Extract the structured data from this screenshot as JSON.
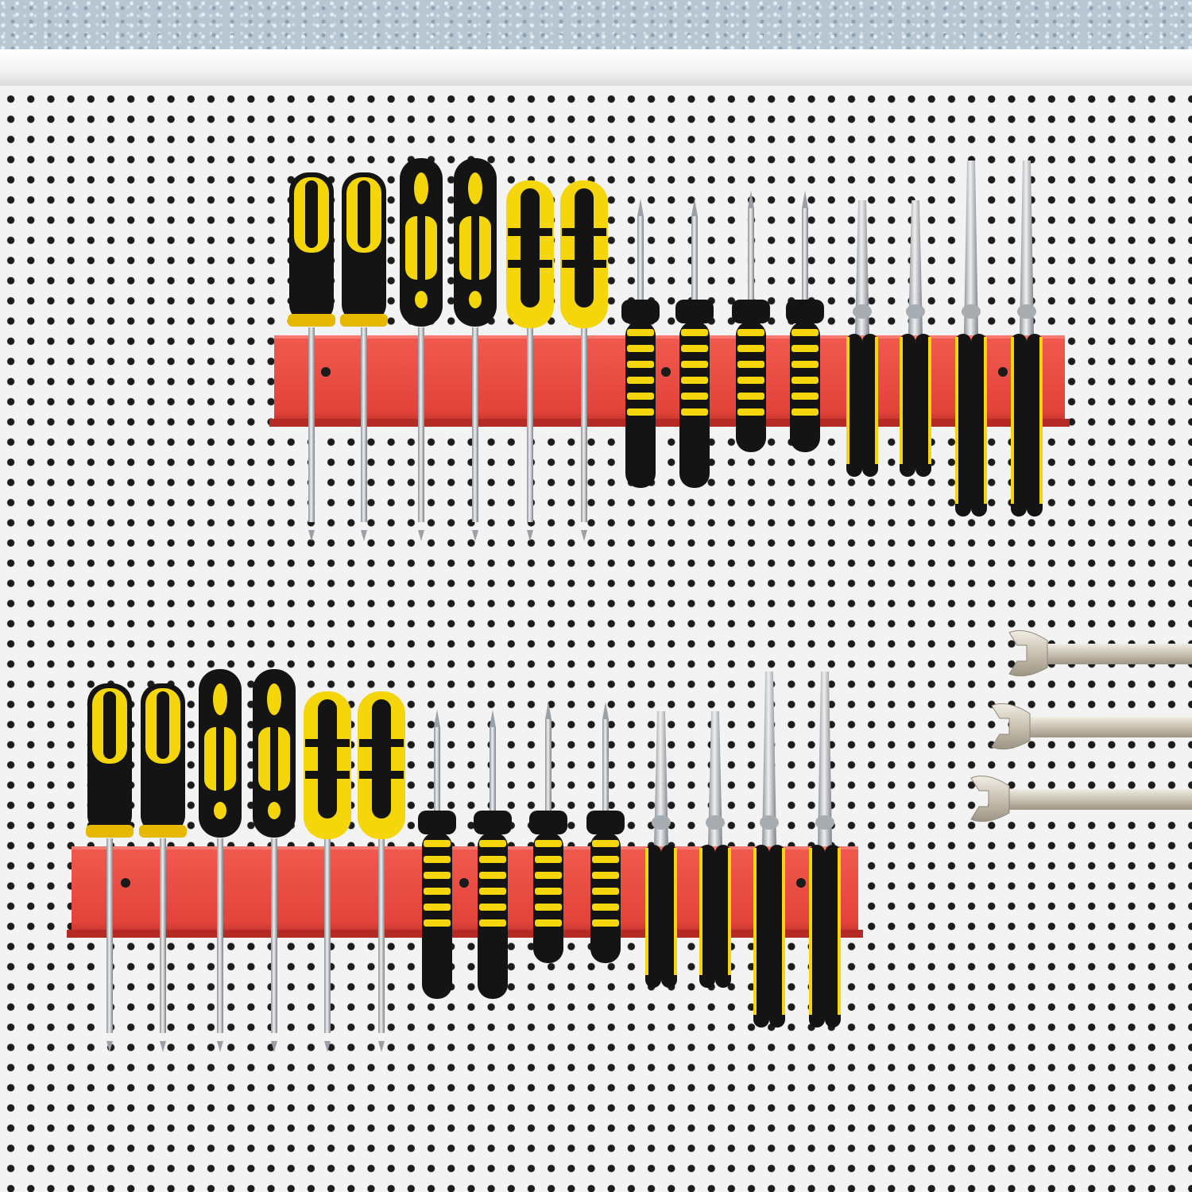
{
  "colors": {
    "rail": "#e8453c",
    "rail_shadow": "#b52a24",
    "handle_yellow": "#f5d60a",
    "handle_black": "#141414",
    "steel": "#c9cdd1",
    "wrench": "#d7d0c2"
  },
  "racks": [
    {
      "id": "upper",
      "screwdrivers": 6,
      "picks": 4,
      "pliers": 4
    },
    {
      "id": "lower",
      "screwdrivers": 6,
      "picks": 4,
      "pliers": 4
    }
  ],
  "wrenches": 3,
  "icons": [
    "pegboard",
    "screwdriver",
    "pick",
    "plier",
    "wrench",
    "screw"
  ]
}
